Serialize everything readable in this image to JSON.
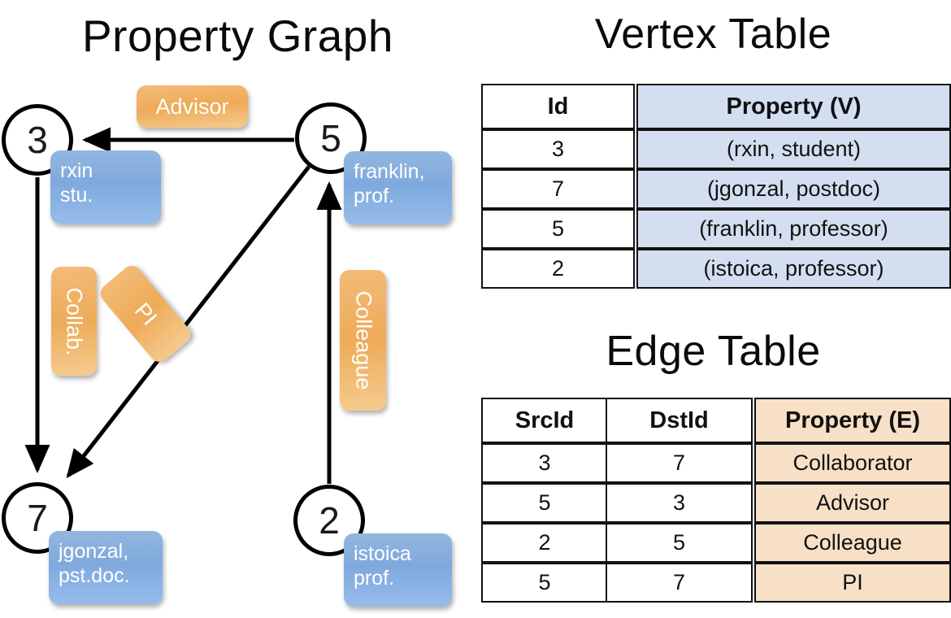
{
  "titles": {
    "graph": "Property Graph",
    "vertex_table": "Vertex Table",
    "edge_table": "Edge Table"
  },
  "graph": {
    "nodes": [
      {
        "id": "3",
        "property_line1": "rxin",
        "property_line2": "stu."
      },
      {
        "id": "5",
        "property_line1": "franklin,",
        "property_line2": "prof."
      },
      {
        "id": "7",
        "property_line1": "jgonzal,",
        "property_line2": "pst.doc."
      },
      {
        "id": "2",
        "property_line1": "istoica",
        "property_line2": "prof."
      }
    ],
    "edge_labels": [
      {
        "name": "advisor-label",
        "text": "Advisor"
      },
      {
        "name": "collab-label",
        "text": "Collab."
      },
      {
        "name": "pi-label",
        "text": "PI"
      },
      {
        "name": "colleague-label",
        "text": "Colleague"
      }
    ],
    "edges": [
      {
        "from": "5",
        "to": "3",
        "label": "Advisor"
      },
      {
        "from": "3",
        "to": "7",
        "label": "Collab."
      },
      {
        "from": "5",
        "to": "7",
        "label": "PI"
      },
      {
        "from": "2",
        "to": "5",
        "label": "Colleague"
      }
    ]
  },
  "vertex_table": {
    "headers": [
      "Id",
      "Property (V)"
    ],
    "rows": [
      {
        "id": "3",
        "property": "(rxin, student)"
      },
      {
        "id": "7",
        "property": "(jgonzal, postdoc)"
      },
      {
        "id": "5",
        "property": "(franklin, professor)"
      },
      {
        "id": "2",
        "property": "(istoica, professor)"
      }
    ]
  },
  "edge_table": {
    "headers": [
      "SrcId",
      "DstId",
      "Property (E)"
    ],
    "rows": [
      {
        "src": "3",
        "dst": "7",
        "property": "Collaborator"
      },
      {
        "src": "5",
        "dst": "3",
        "property": "Advisor"
      },
      {
        "src": "2",
        "dst": "5",
        "property": "Colleague"
      },
      {
        "src": "5",
        "dst": "7",
        "property": "PI"
      }
    ]
  },
  "colors": {
    "vertex_property_fill": "#d3dff1",
    "edge_property_fill": "#f7e0c6",
    "node_property_box": "#7fa9dd",
    "edge_label_box": "#eeab58",
    "stroke": "#000000",
    "background": "#ffffff"
  }
}
